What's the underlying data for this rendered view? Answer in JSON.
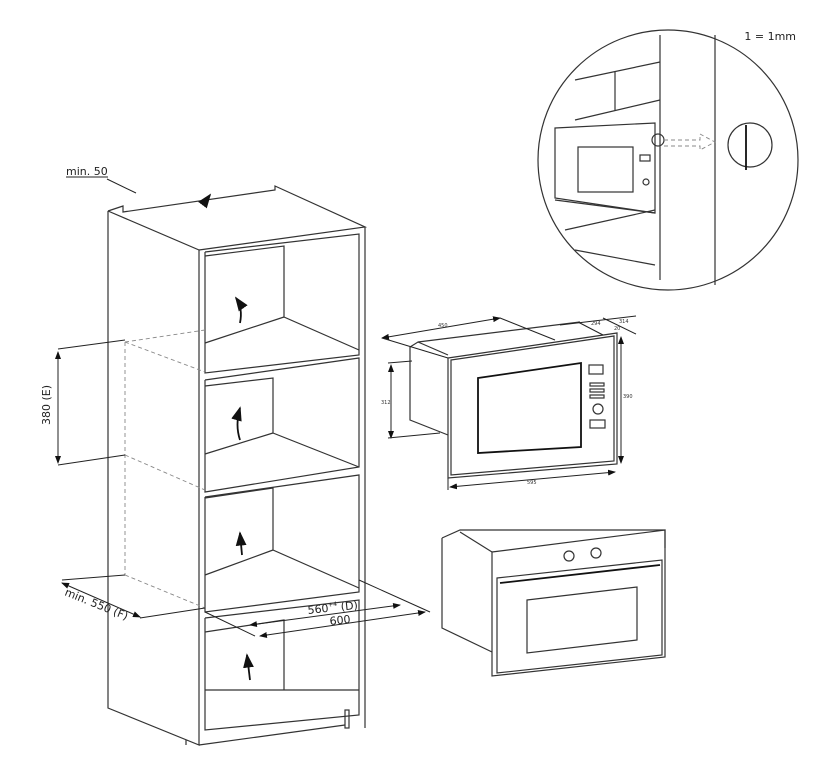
{
  "scale_note": "1 = 1mm",
  "cabinet": {
    "top_gap": "min. 50",
    "opening_height": "380 (E)",
    "opening_depth_min": "min. 550 (F)",
    "depth_D": "560",
    "depth_D_tolerance": "+4",
    "depth_D_suffix": " (D)",
    "depth_total": "600"
  },
  "microwave": {
    "depth": "450",
    "front_depth": "294",
    "total_depth_front": "314",
    "frame_thickness": "20",
    "body_height": "312",
    "front_height": "390",
    "front_width": "595"
  }
}
